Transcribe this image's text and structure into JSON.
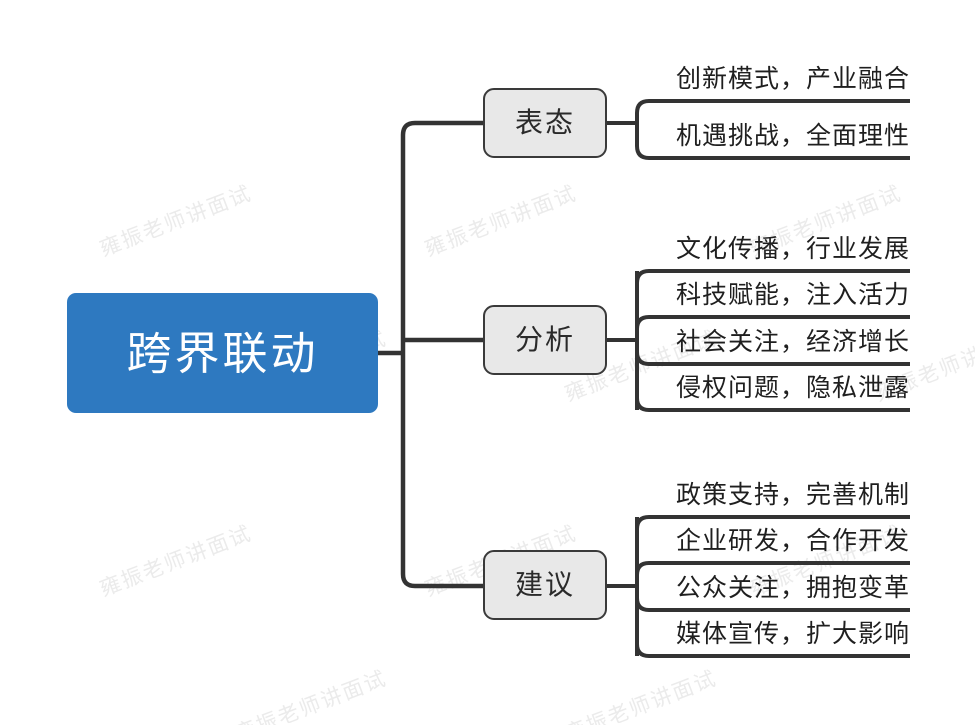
{
  "diagram": {
    "type": "mind-map",
    "title": "跨界联动",
    "watermark": "雍振老师讲面试",
    "colors": {
      "root_fill": "#2E79C0",
      "root_text": "#ffffff",
      "branch_fill": "#E8E8E8",
      "branch_border": "#3A3A3A",
      "leaf_text": "#1f1f1f",
      "connector": "#333333",
      "background": "#ffffff",
      "watermark": "#ebebeb"
    },
    "root": {
      "label": "跨界联动"
    },
    "branches": [
      {
        "label": "表态",
        "leaves": [
          "创新模式，产业融合",
          "机遇挑战，全面理性"
        ]
      },
      {
        "label": "分析",
        "leaves": [
          "文化传播，行业发展",
          "科技赋能，注入活力",
          "社会关注，经济增长",
          "侵权问题，隐私泄露"
        ]
      },
      {
        "label": "建议",
        "leaves": [
          "政策支持，完善机制",
          "企业研发，合作开发",
          "公众关注，拥抱变革",
          "媒体宣传，扩大影响"
        ]
      }
    ]
  }
}
